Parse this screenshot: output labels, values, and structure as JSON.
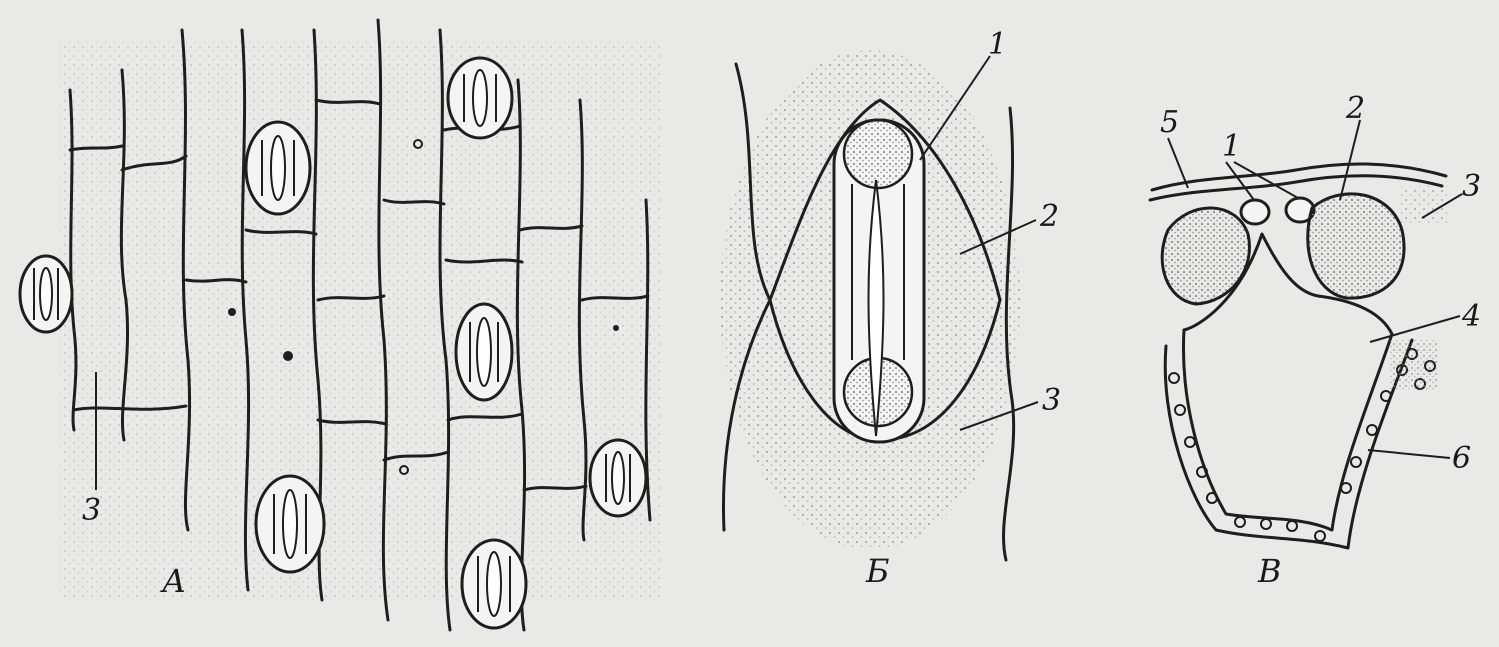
{
  "colors": {
    "background": "#e9e9e6",
    "ink": "#1e1e1e",
    "stipple": "#9a9a96"
  },
  "panels": {
    "a": {
      "caption": "А",
      "labels": {
        "l3": "3"
      }
    },
    "b": {
      "caption": "Б",
      "labels": {
        "l1": "1",
        "l2": "2",
        "l3": "3"
      }
    },
    "c": {
      "caption": "В",
      "labels": {
        "l5a": "5",
        "l1": "1",
        "l2": "2",
        "l3": "3",
        "l4": "4",
        "l6": "6"
      }
    }
  }
}
